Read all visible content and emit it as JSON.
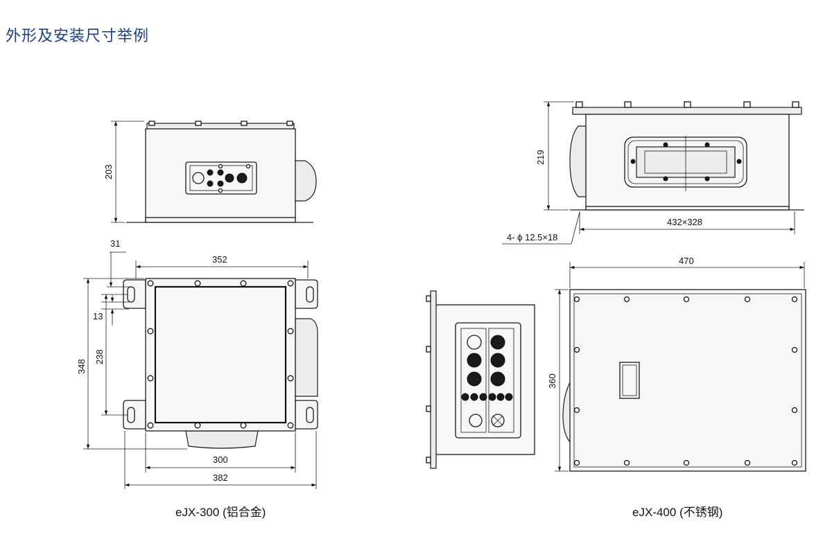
{
  "page": {
    "title": "外形及安装尺寸举例"
  },
  "ejx300": {
    "caption": "eJX-300 (铝合金)",
    "dims": {
      "height": "203",
      "offset": "31",
      "width_top": "352",
      "slot": "13",
      "depth": "348",
      "inner": "238",
      "mount": "300",
      "overall": "382"
    }
  },
  "ejx400": {
    "caption": "eJX-400 (不锈钢)",
    "dims": {
      "height": "219",
      "mount": "432×328",
      "holes": "4- ϕ 12.5×18",
      "width": "470",
      "depth": "360"
    }
  }
}
